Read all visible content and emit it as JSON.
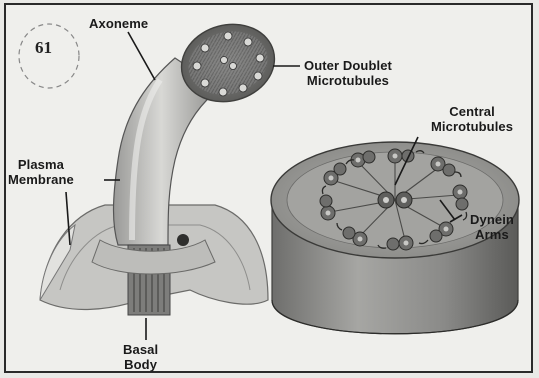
{
  "figure": {
    "badge_number": "61",
    "labels": {
      "axoneme": "Axoneme",
      "outer_doublet_1": "Outer Doublet",
      "outer_doublet_2": "Microtubules",
      "central_1": "Central",
      "central_2": "Microtubules",
      "plasma_1": "Plasma",
      "plasma_2": "Membrane",
      "dynein_1": "Dynein",
      "dynein_2": "Arms",
      "basal_1": "Basal",
      "basal_2": "Body"
    }
  }
}
